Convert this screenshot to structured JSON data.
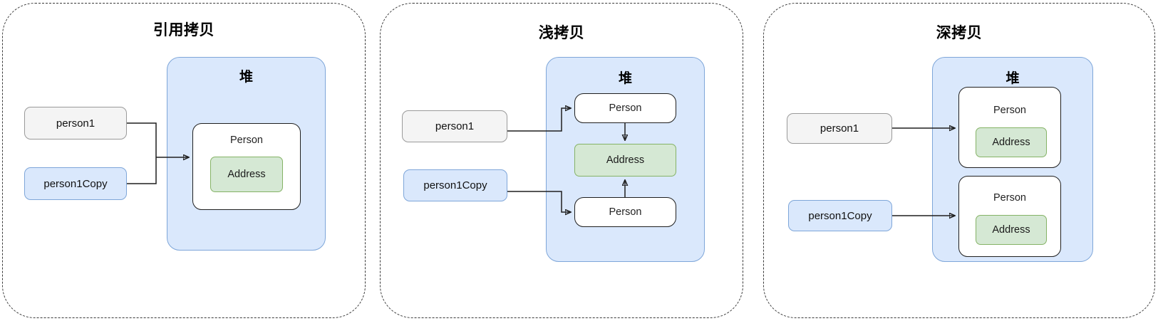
{
  "diagram": {
    "title_font_note": "",
    "colors": {
      "heap_fill": "#dae8fc",
      "heap_stroke": "#7ea6d9",
      "var_gray_fill": "#f4f4f4",
      "var_gray_stroke": "#9a9a9a",
      "var_blue_fill": "#dae8fc",
      "var_blue_stroke": "#7ea6d9",
      "person_fill": "#ffffff",
      "person_stroke": "#1f1f1f",
      "address_fill": "#d5e8d4",
      "address_stroke": "#85b366",
      "panel_stroke": "#3a3a3a",
      "arrow_stroke": "#1f1f1f"
    },
    "panels": [
      {
        "id": "reference-copy",
        "title": "引用拷贝",
        "heap_label": "堆",
        "variables": [
          {
            "label": "person1",
            "style": "gray"
          },
          {
            "label": "person1Copy",
            "style": "blue"
          }
        ],
        "objects": [
          {
            "label": "Person",
            "children": [
              {
                "label": "Address"
              }
            ]
          }
        ]
      },
      {
        "id": "shallow-copy",
        "title": "浅拷贝",
        "heap_label": "堆",
        "variables": [
          {
            "label": "person1",
            "style": "gray"
          },
          {
            "label": "person1Copy",
            "style": "blue"
          }
        ],
        "objects": [
          {
            "label": "Person",
            "children": []
          },
          {
            "label": "Address",
            "children": []
          },
          {
            "label": "Person",
            "children": []
          }
        ]
      },
      {
        "id": "deep-copy",
        "title": "深拷贝",
        "heap_label": "堆",
        "variables": [
          {
            "label": "person1",
            "style": "gray"
          },
          {
            "label": "person1Copy",
            "style": "blue"
          }
        ],
        "objects": [
          {
            "label": "Person",
            "children": [
              {
                "label": "Address"
              }
            ]
          },
          {
            "label": "Person",
            "children": [
              {
                "label": "Address"
              }
            ]
          }
        ]
      }
    ]
  }
}
